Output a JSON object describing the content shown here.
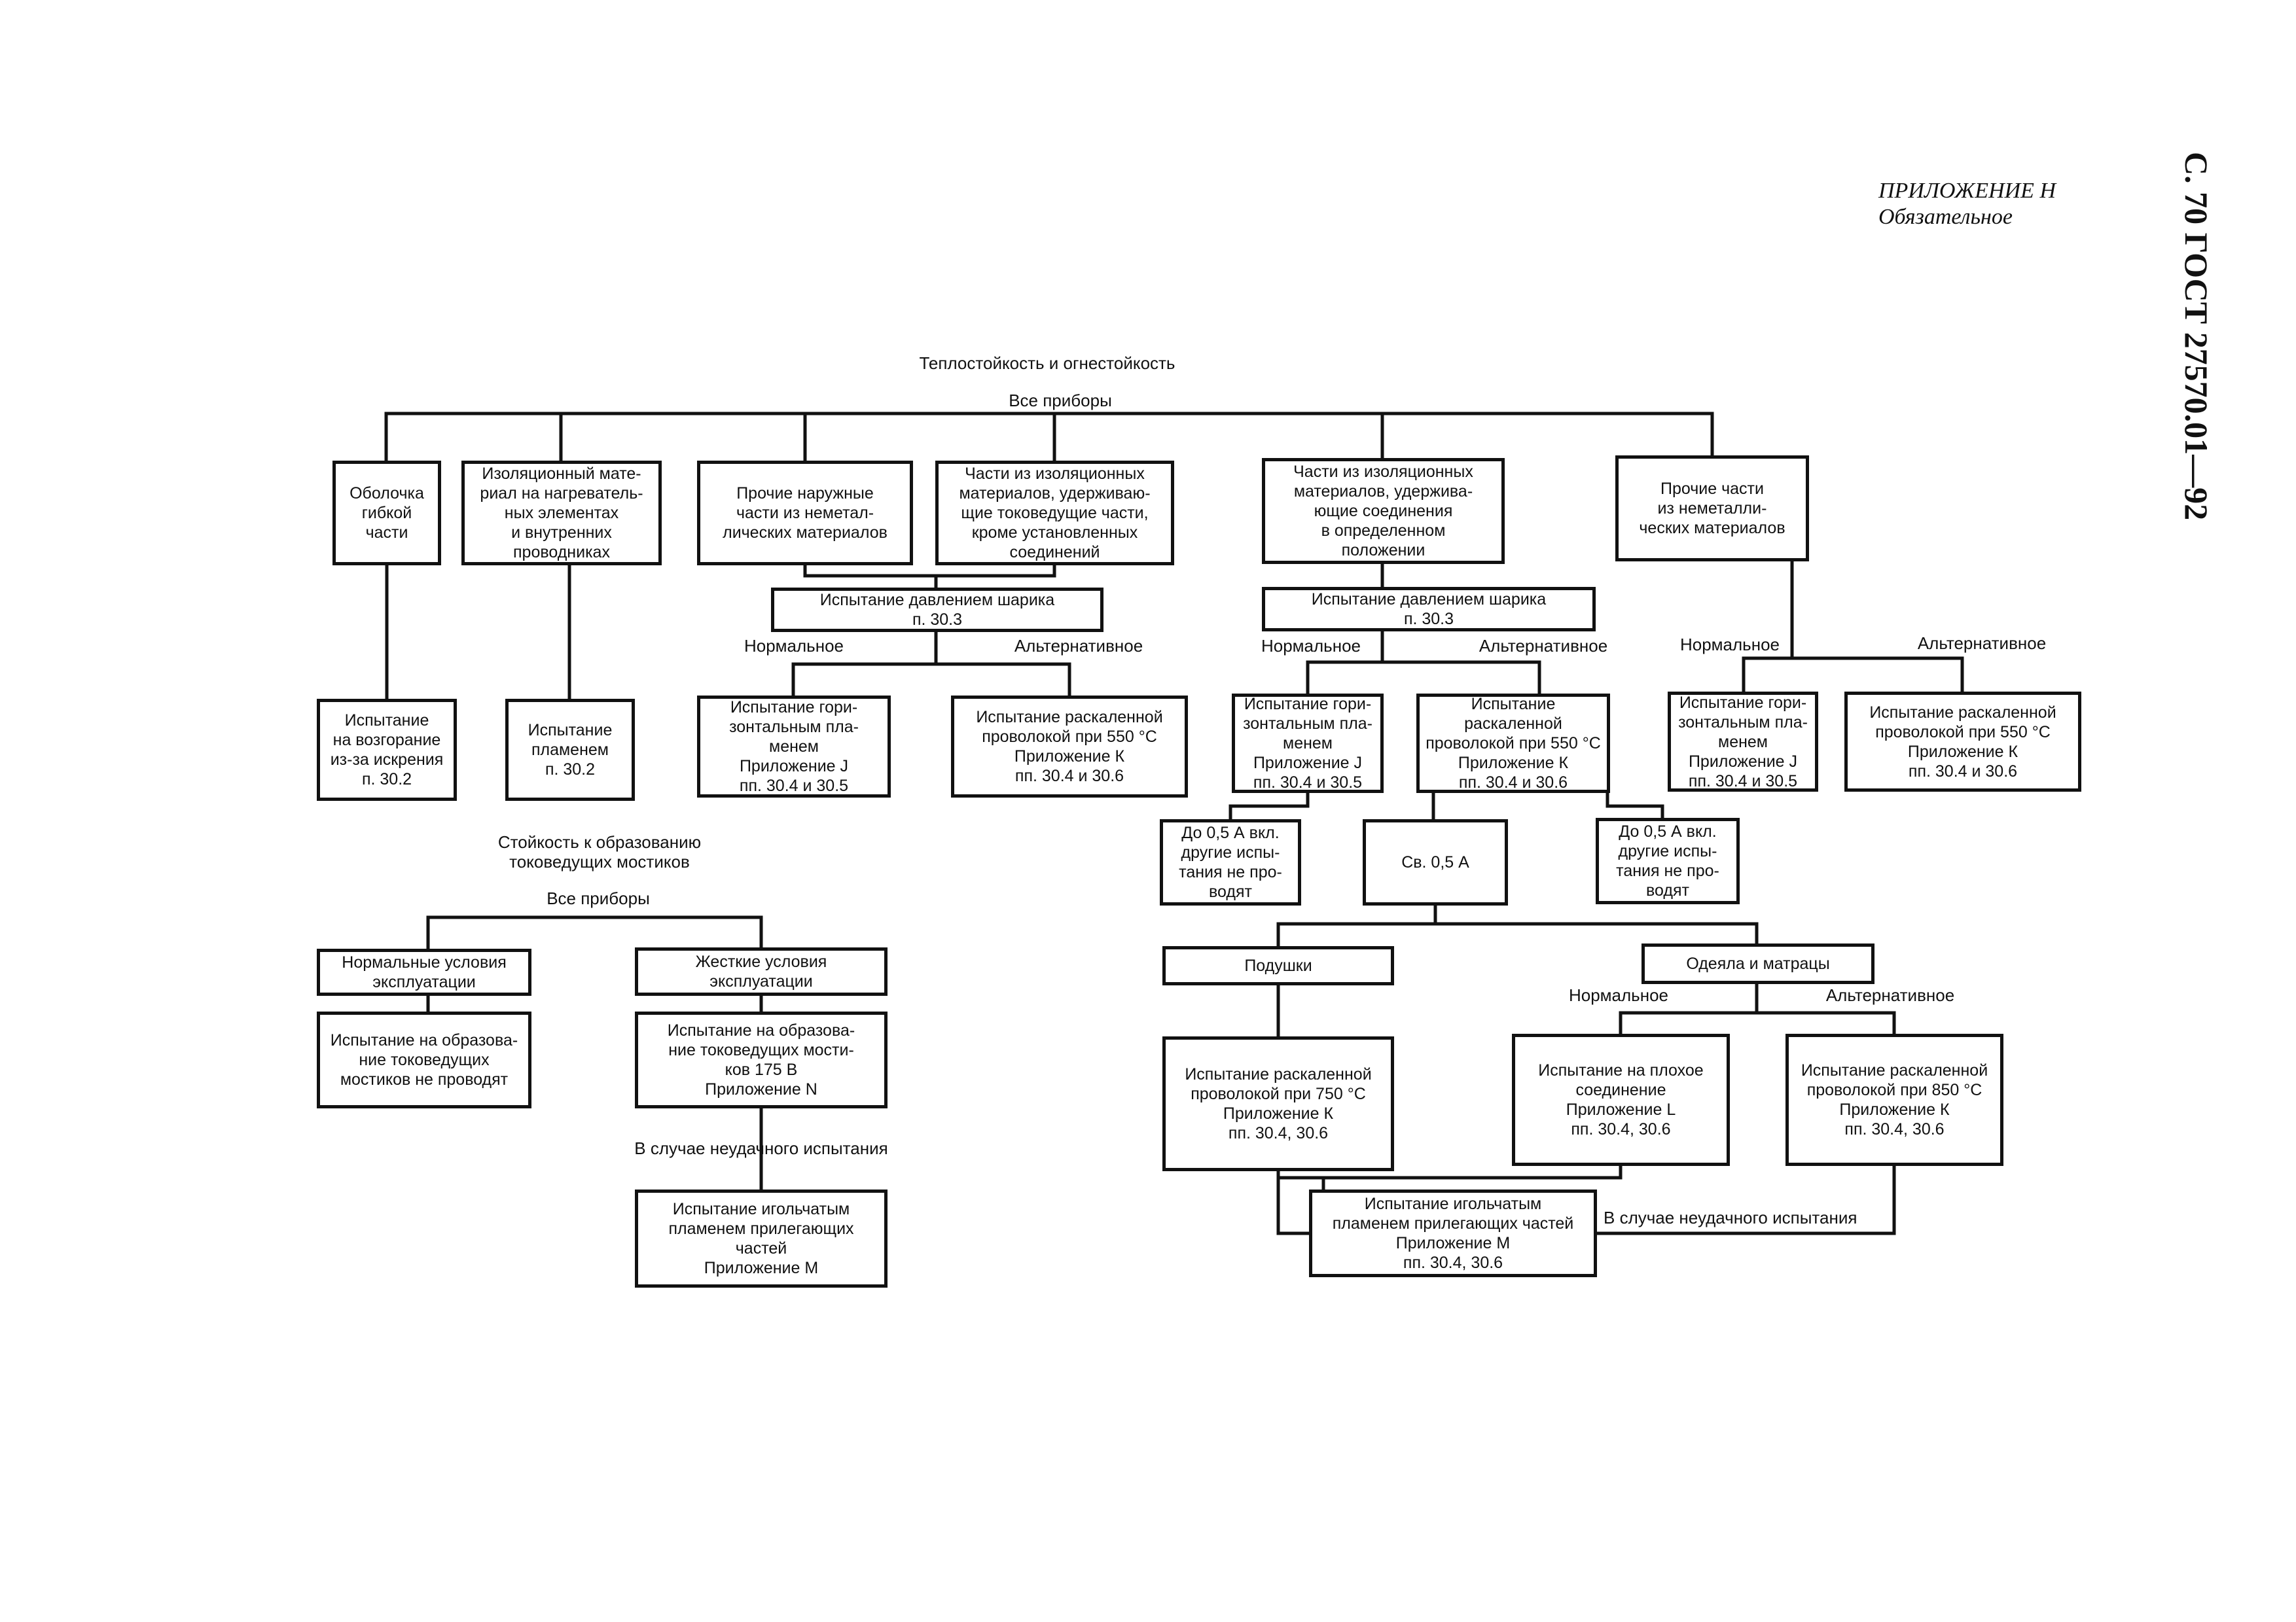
{
  "page_header": {
    "label": "С. 70 ГОСТ 27570.01—92"
  },
  "appendix": {
    "title": "ПРИЛОЖЕНИЕ Н",
    "status": "Обязательное"
  },
  "heat": {
    "title": "Теплостойкость и огнестойкость",
    "all": "Все приборы",
    "parts": [
      "Оболочка\nгибкой\nчасти",
      "Изоляционный мате-\nриал на нагреватель-\nных элементах\nи внутренних\nпроводниках",
      "Прочие наружные\nчасти из неметал-\nлических материалов",
      "Части из изоляционных\nматериалов, удерживаю-\nщие токоведущие части,\nкроме установленных\nсоединений",
      "Части из изоляционных\nматериалов, удержива-\nющие соединения\nв определенном\nположении",
      "Прочие части\nиз неметалли-\nческих материалов"
    ],
    "spark_test": "Испытание\nна возгорание\nиз-за искрения\nп. 30.2",
    "flame_test": "Испытание\nпламенем\nп. 30.2",
    "ball_test": "Испытание давлением шарика\nп. 30.3",
    "normal": "Нормальное",
    "alternative": "Альтернативное",
    "horiz_flame": "Испытание гори-\nзонтальным пла-\nменем\nПриложение J\nпп. 30.4 и 30.5",
    "hot_wire_550": "Испытание раскаленной\nпроволокой при 550 °C\nПриложение К\nпп. 30.4 и 30.6",
    "upto_05": "До 0,5 А вкл.\nдругие испы-\nтания не про-\nводят",
    "over_05": "Св. 0,5 А",
    "pillows": "Подушки",
    "blankets": "Одеяла и матрацы",
    "hot_wire_750": "Испытание раскаленной\nпроволокой при 750 °C\nПриложение К\nпп. 30.4, 30.6",
    "bad_connection": "Испытание на плохое\nсоединение\nПриложение L\nпп. 30.4, 30.6",
    "hot_wire_850": "Испытание раскаленной\nпроволокой при 850 °C\nПриложение К\nпп. 30.4, 30.6",
    "needle_flame": "Испытание игольчатым\nпламенем прилегающих частей\nПриложение М\nпп. 30.4, 30.6",
    "on_failure": "В случае неудачного испытания"
  },
  "tracking": {
    "title": "Стойкость к образованию\nтоковедущих мостиков",
    "all": "Все приборы",
    "normal_conditions": "Нормальные условия\nэксплуатации",
    "severe_conditions": "Жесткие условия\nэксплуатации",
    "no_test": "Испытание на образова-\nние токоведущих\nмостиков не проводят",
    "test_175": "Испытание на образова-\nние токоведущих мости-\nков 175 В\nПриложение N",
    "on_failure": "В случае неудачного испытания",
    "needle_flame": "Испытание игольчатым\nпламенем прилегающих\nчастей\nПриложение М"
  }
}
